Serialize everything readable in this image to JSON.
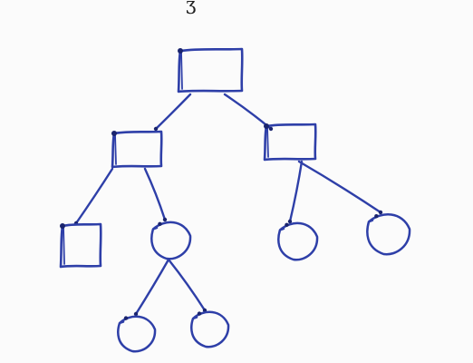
{
  "page_mark": "ʒ",
  "ink_color": "#2e3fa8",
  "dark_ink_color": "#1a246e",
  "tree": {
    "nodes": [
      {
        "id": "root",
        "shape": "rect"
      },
      {
        "id": "left",
        "shape": "rect"
      },
      {
        "id": "right",
        "shape": "rect"
      },
      {
        "id": "left-left",
        "shape": "rect"
      },
      {
        "id": "left-right",
        "shape": "circle"
      },
      {
        "id": "right-left",
        "shape": "circle"
      },
      {
        "id": "right-right",
        "shape": "circle"
      },
      {
        "id": "left-right-left",
        "shape": "circle"
      },
      {
        "id": "left-right-right",
        "shape": "circle"
      }
    ],
    "edges": [
      {
        "from": "root",
        "to": "left"
      },
      {
        "from": "root",
        "to": "right"
      },
      {
        "from": "left",
        "to": "left-left"
      },
      {
        "from": "left",
        "to": "left-right"
      },
      {
        "from": "right",
        "to": "right-left"
      },
      {
        "from": "right",
        "to": "right-right"
      },
      {
        "from": "left-right",
        "to": "left-right-left"
      },
      {
        "from": "left-right",
        "to": "left-right-right"
      }
    ]
  }
}
